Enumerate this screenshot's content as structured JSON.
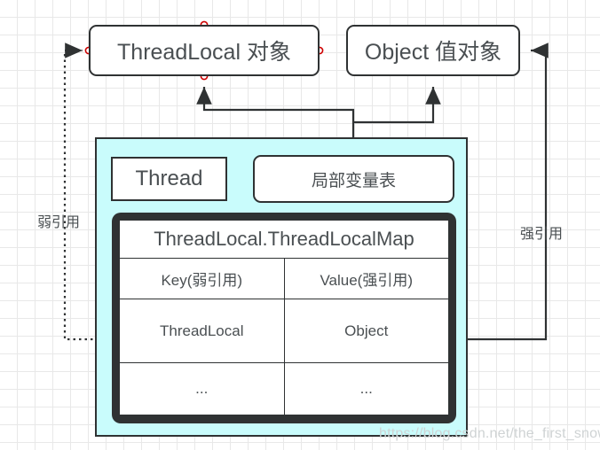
{
  "diagram": {
    "title_boxes": {
      "threadlocal_object": "ThreadLocal 对象",
      "object_value": "Object 值对象"
    },
    "thread_panel": {
      "thread_box": "Thread",
      "local_variable_table": "局部变量表"
    },
    "map_table": {
      "title": "ThreadLocal.ThreadLocalMap",
      "headers": [
        "Key(弱引用)",
        "Value(强引用)"
      ],
      "rows": [
        [
          "ThreadLocal",
          "Object"
        ],
        [
          "...",
          "..."
        ]
      ]
    },
    "edge_labels": {
      "weak_reference": "弱引用",
      "strong_reference": "强引用"
    },
    "watermark": "https://blog.csdn.net/the_first_snow",
    "colors": {
      "stroke": "#2f3233",
      "panel_fill": "#c9fcfc",
      "text": "#4a4f52",
      "endpoint": "#cc0000",
      "grid": "#e8e8e8"
    }
  }
}
